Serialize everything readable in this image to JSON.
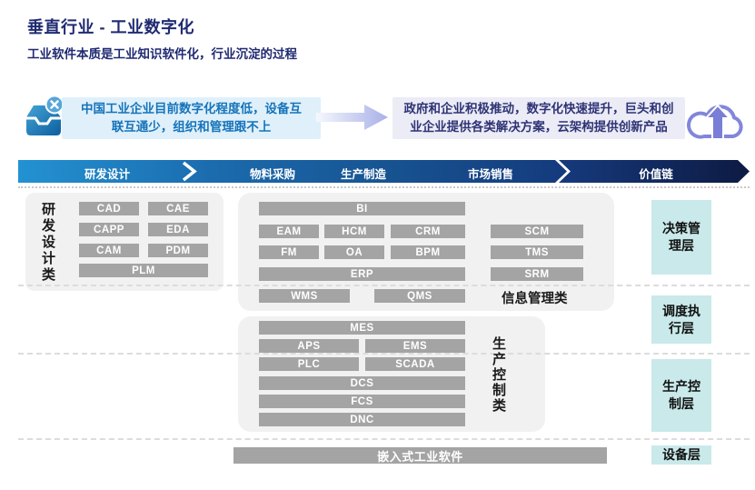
{
  "header": {
    "title": "垂直行业 - 工业数字化",
    "subtitle": "工业软件本质是工业知识软件化，行业沉淀的过程"
  },
  "callouts": {
    "problem": {
      "line1": "中国工业企业目前数字化程度低，设备互",
      "line2": "联互通少，组织和管理跟不上",
      "icon": "inbox-error-icon"
    },
    "solution": {
      "line1": "政府和企业积极推动，数字化快速提升，巨头和创",
      "line2": "业企业提供各类解决方案，云架构提供创新产品",
      "icon": "cloud-upload-icon"
    }
  },
  "process": {
    "stages": [
      "研发设计",
      "物料采购",
      "生产制造",
      "市场销售",
      "价值链"
    ]
  },
  "groups": {
    "rd": {
      "label": "研发设计类",
      "items": [
        "CAD",
        "CAE",
        "CAPP",
        "EDA",
        "CAM",
        "PDM",
        "PLM"
      ]
    },
    "info": {
      "label": "信息管理类",
      "items": [
        "BI",
        "EAM",
        "HCM",
        "CRM",
        "SCM",
        "FM",
        "OA",
        "BPM",
        "TMS",
        "ERP",
        "SRM",
        "WMS",
        "QMS"
      ]
    },
    "prod": {
      "label": "生产控制类",
      "items": [
        "MES",
        "APS",
        "EMS",
        "PLC",
        "SCADA",
        "DCS",
        "FCS",
        "DNC"
      ]
    },
    "embedded": {
      "label": "嵌入式工业软件"
    }
  },
  "layers": {
    "l1": "决策管理层",
    "l2": "调度执行层",
    "l3": "生产控制层",
    "l4": "设备层"
  },
  "colors": {
    "title_navy": "#1f2a72",
    "software_bar_gray": "#a4a4a4",
    "group_bg_gray": "#f1f1f1",
    "layer_teal": "#c9e9ea",
    "problem_bg": "#dff0fa",
    "problem_text": "#1573ba",
    "solution_bg": "#ebecf6",
    "solution_text": "#2f3375",
    "process_gradient_start": "#2392d2",
    "process_gradient_end": "#0d1a42"
  }
}
